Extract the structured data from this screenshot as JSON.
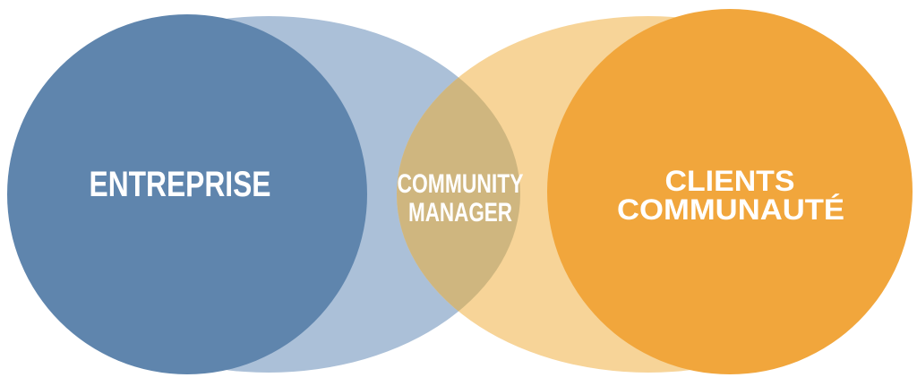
{
  "venn": {
    "type": "venn-diagram",
    "background": "#ffffff",
    "text_color": "#ffffff",
    "left": {
      "label": "ENTREPRISE",
      "circle_color": "#5f85ad",
      "halo_color": "#abc0d8"
    },
    "right": {
      "label_line1": "CLIENTS",
      "label_line2": "COMMUNAUTÉ",
      "circle_color": "#f1a63c",
      "halo_color": "#f7d498"
    },
    "overlap": {
      "label_line1": "COMMUNITY",
      "label_line2": "MANAGER",
      "color": "#cfb67f"
    }
  }
}
